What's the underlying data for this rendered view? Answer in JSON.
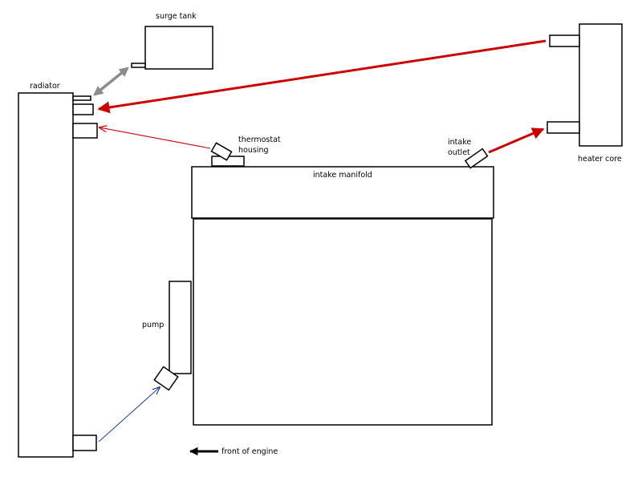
{
  "labels": {
    "surge_tank": "surge tank",
    "radiator": "radiator",
    "thermostat_housing_line1": "thermostat",
    "thermostat_housing_line2": "housing",
    "intake_manifold": "intake manifold",
    "intake_outlet_line1": "intake",
    "intake_outlet_line2": "outlet",
    "heater_core": "heater core",
    "pump": "pump",
    "front_of_engine": "front of engine"
  },
  "colors": {
    "outline": "#000000",
    "heater_flow": "#cc0000",
    "thermostat_flow": "#cc0000",
    "surge_flow": "#8c8c8c",
    "pump_flow": "#1f3f99",
    "direction_arrow": "#000000"
  }
}
